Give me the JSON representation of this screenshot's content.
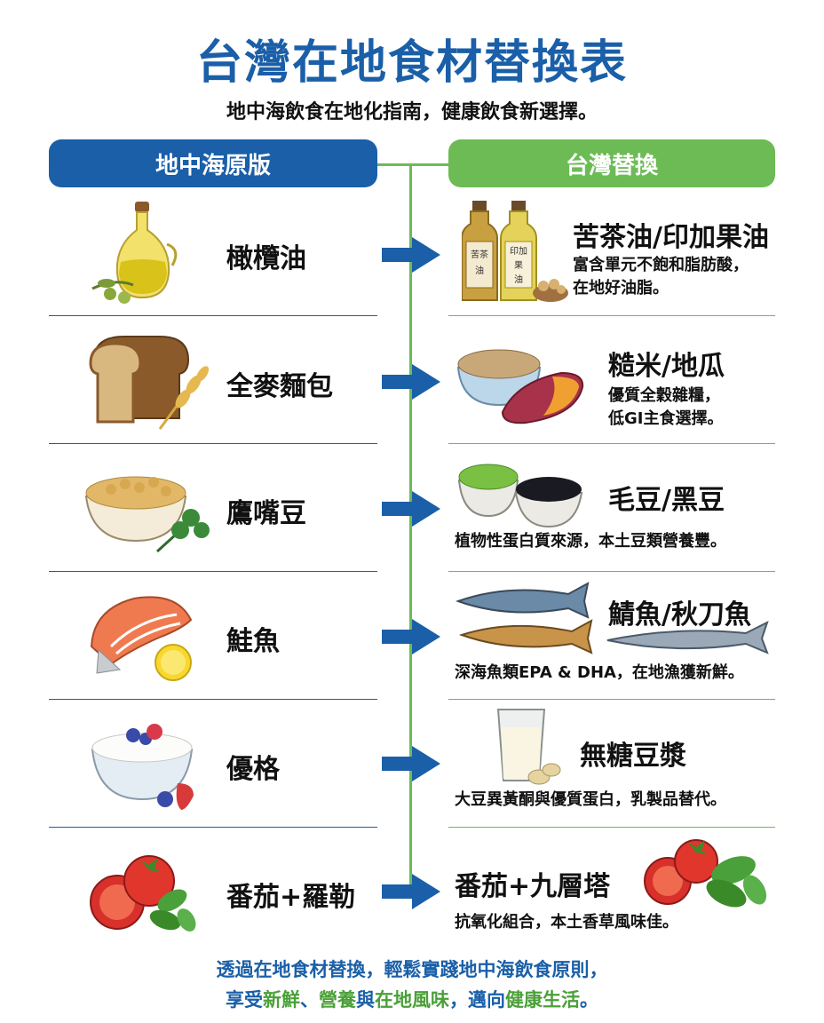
{
  "title": "台灣在地食材替換表",
  "subtitle": "地中海飲食在地化指南，健康飲食新選擇。",
  "headers": {
    "left": "地中海原版",
    "right": "台灣替換"
  },
  "rows": [
    {
      "original": "橄欖油",
      "sub_name": "苦茶油/印加果油",
      "sub_desc": [
        "富含單元不飽和脂肪酸，",
        "在地好油脂。"
      ],
      "icon_left": "olive-oil-icon",
      "icon_right": "tea-oil-bottles-icon",
      "bottle_labels": [
        "苦茶油",
        "印加果油"
      ]
    },
    {
      "original": "全麥麵包",
      "sub_name": "糙米/地瓜",
      "sub_desc": [
        "優質全穀雜糧，",
        "低GI主食選擇。"
      ],
      "icon_left": "bread-icon",
      "icon_right": "rice-sweet-potato-icon"
    },
    {
      "original": "鷹嘴豆",
      "sub_name": "毛豆/黑豆",
      "sub_desc": [
        "植物性蛋白質來源，本土豆類營養豐。"
      ],
      "icon_left": "chickpea-bowl-icon",
      "icon_right": "edamame-blackbean-icon"
    },
    {
      "original": "鮭魚",
      "sub_name": "鯖魚/秋刀魚",
      "sub_desc": [
        "深海魚類EPA & DHA，在地漁獲新鮮。"
      ],
      "icon_left": "salmon-icon",
      "icon_right": "mackerel-saury-icon"
    },
    {
      "original": "優格",
      "sub_name": "無糖豆漿",
      "sub_desc": [
        "大豆異黃酮與優質蛋白，乳製品替代。"
      ],
      "icon_left": "yogurt-icon",
      "icon_right": "soy-milk-icon"
    },
    {
      "original": "番茄+羅勒",
      "sub_name": "番茄+九層塔",
      "sub_desc": [
        "抗氧化組合，本土香草風味佳。"
      ],
      "icon_left": "tomato-basil-icon",
      "icon_right": "tomato-thai-basil-icon"
    }
  ],
  "footer": {
    "line1": "透過在地食材替換，輕鬆實踐地中海飲食原則，",
    "line2_parts": [
      "享受",
      "新鮮",
      "、",
      "營養",
      "與",
      "在地風味",
      "，",
      "邁向",
      "健康生活",
      "。"
    ]
  },
  "colors": {
    "blue": "#1a5fa8",
    "green": "#6cbb55"
  }
}
